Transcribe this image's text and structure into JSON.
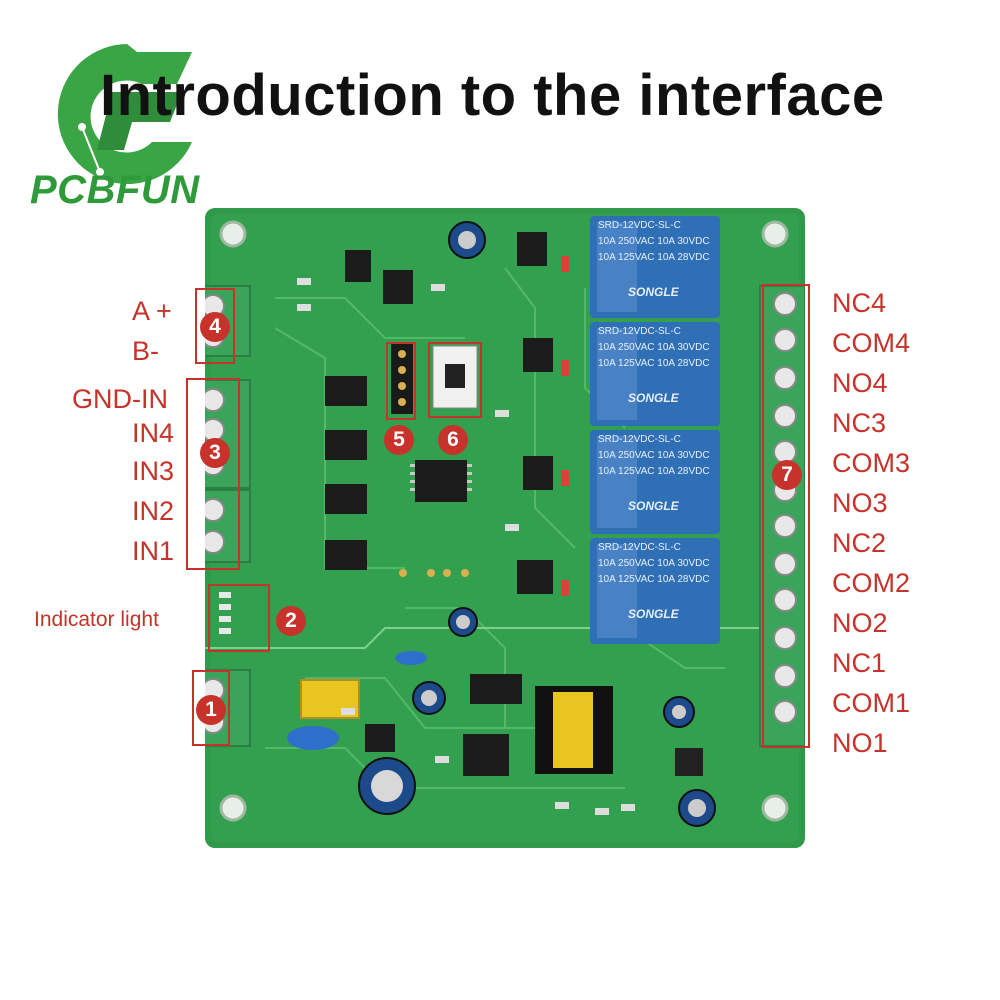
{
  "header": {
    "title": "Introduction to the interface"
  },
  "logo": {
    "brand": "PCBFUN",
    "icon": "pcbfun-g-logo",
    "color": "#2f9a3a"
  },
  "board": {
    "board_color": "#2e9a4a",
    "relay_color": "#2f6fb6",
    "relays": [
      {
        "brand": "SONGLE",
        "model": "SRD-12VDC-SL-C",
        "rating1": "10A 250VAC 10A 30VDC",
        "rating2": "10A 125VAC 10A 28VDC"
      },
      {
        "brand": "SONGLE",
        "model": "SRD-12VDC-SL-C",
        "rating1": "10A 250VAC 10A 30VDC",
        "rating2": "10A 125VAC 10A 28VDC"
      },
      {
        "brand": "SONGLE",
        "model": "SRD-12VDC-SL-C",
        "rating1": "10A 250VAC 10A 30VDC",
        "rating2": "10A 125VAC 10A 28VDC"
      },
      {
        "brand": "SONGLE",
        "model": "SRD-12VDC-SL-C",
        "rating1": "10A 250VAC 10A 30VDC",
        "rating2": "10A 125VAC 10A 28VDC"
      }
    ]
  },
  "left_labels": {
    "a_plus": "A +",
    "b_minus": "B-",
    "gnd_in": "GND-IN",
    "in4": "IN4",
    "in3": "IN3",
    "in2": "IN2",
    "in1": "IN1",
    "indicator": "Indicator light"
  },
  "right_labels": {
    "nc4": "NC4",
    "com4": "COM4",
    "no4": "NO4",
    "nc3": "NC3",
    "com3": "COM3",
    "no3": "NO3",
    "nc2": "NC2",
    "com2": "COM2",
    "no2": "NO2",
    "nc1": "NC1",
    "com1": "COM1",
    "no1": "NO1"
  },
  "badges": {
    "b1": "1",
    "b2": "2",
    "b3": "3",
    "b4": "4",
    "b5": "5",
    "b6": "6",
    "b7": "7"
  },
  "colors": {
    "annotation_red": "#c7322a",
    "terminal_green": "#3aa55a"
  }
}
